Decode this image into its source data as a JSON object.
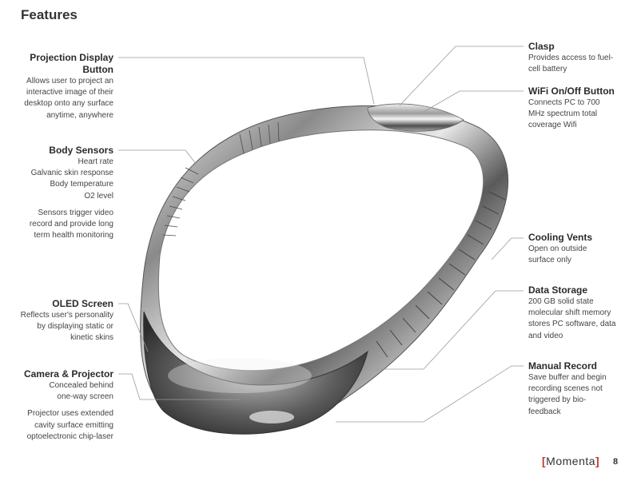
{
  "page": {
    "title": "Features",
    "number": "8"
  },
  "brand": {
    "name": "Momenta",
    "open": "[",
    "close": "]"
  },
  "callouts": {
    "projection_button": {
      "title_line1": "Projection Display",
      "title_line2": "Button",
      "desc": [
        "Allows user to project an",
        "interactive image of their",
        "desktop onto any surface",
        "anytime, anywhere"
      ]
    },
    "body_sensors": {
      "title": "Body Sensors",
      "desc": [
        "Heart rate",
        "Galvanic skin response",
        "Body temperature",
        "O2 level"
      ],
      "note": [
        "Sensors trigger video",
        "record and provide long",
        "term health monitoring"
      ]
    },
    "oled_screen": {
      "title": "OLED Screen",
      "desc": [
        "Reflects user's personality",
        "by displaying static or",
        "kinetic skins"
      ]
    },
    "camera_projector": {
      "title": "Camera & Projector",
      "desc": [
        "Concealed behind",
        "one-way screen"
      ],
      "note": [
        "Projector uses extended",
        "cavity surface emitting",
        "optoelectronic chip-laser"
      ]
    },
    "clasp": {
      "title": "Clasp",
      "desc": [
        "Provides access to fuel-",
        "cell battery"
      ]
    },
    "wifi": {
      "title": "WiFi On/Off Button",
      "desc": [
        "Connects PC to 700",
        "MHz spectrum total",
        "coverage Wifi"
      ]
    },
    "cooling_vents": {
      "title": "Cooling Vents",
      "desc": [
        "Open on outside",
        "surface only"
      ]
    },
    "data_storage": {
      "title": "Data Storage",
      "desc": [
        "200 GB solid state",
        "molecular shift memory",
        "stores PC software, data",
        "and video"
      ]
    },
    "manual_record": {
      "title": "Manual Record",
      "desc": [
        "Save buffer and begin",
        "recording scenes not",
        "triggered by bio-",
        "feedback"
      ]
    }
  }
}
